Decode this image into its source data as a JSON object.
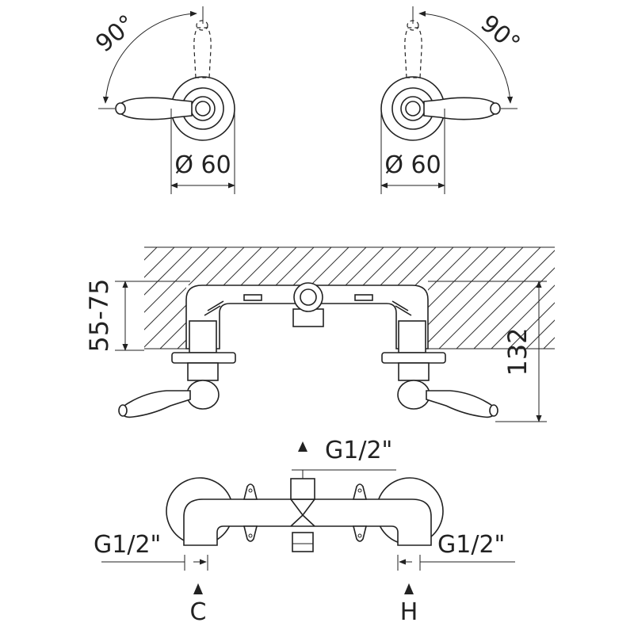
{
  "top_views": {
    "left": {
      "angle_label": "90°",
      "diameter_label": "Ø 60"
    },
    "right": {
      "angle_label": "90°",
      "diameter_label": "Ø 60"
    }
  },
  "front_view": {
    "wall_depth_label": "55-75",
    "height_label": "132"
  },
  "bottom_view": {
    "top_inlet_label": "G1/2\"",
    "left_inlet_label": "G1/2\"",
    "right_inlet_label": "G1/2\"",
    "cold_label": "C",
    "hot_label": "H"
  }
}
